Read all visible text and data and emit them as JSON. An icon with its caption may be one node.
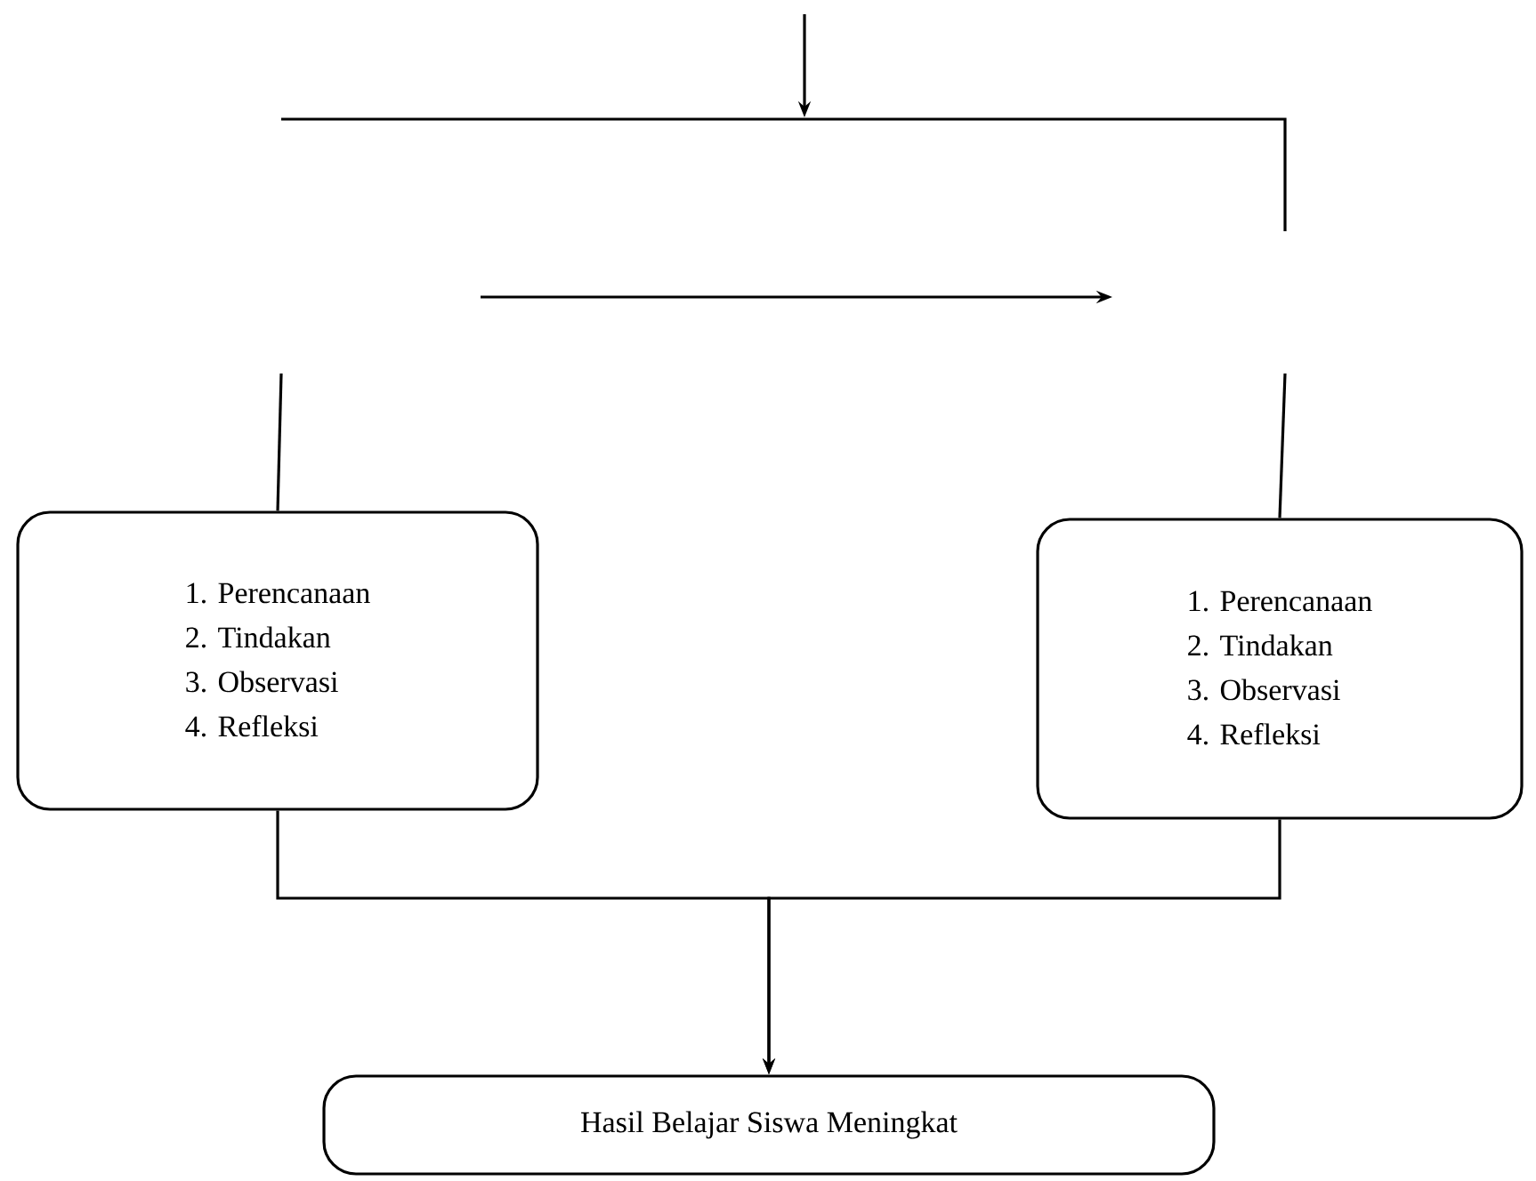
{
  "diagram": {
    "nodes": [
      {
        "text": [
          "1. Perencanaan",
          "2. Tindakan",
          "3. Observasi",
          "4. Refleksi"
        ]
      },
      {
        "text": [
          "1. Perencanaan",
          "2. Tindakan",
          "3. Observasi",
          "4. Refleksi"
        ]
      },
      {
        "text": [
          "Hasil Belajar Siswa Meningkat"
        ]
      }
    ],
    "edges": [
      {
        "from": null,
        "to": 0,
        "arrow": "none"
      },
      {
        "from": null,
        "to": 1,
        "arrow": "none"
      },
      {
        "from": 0,
        "to": 2,
        "arrow": "to"
      },
      {
        "from": 1,
        "to": 2,
        "arrow": "to"
      }
    ]
  }
}
